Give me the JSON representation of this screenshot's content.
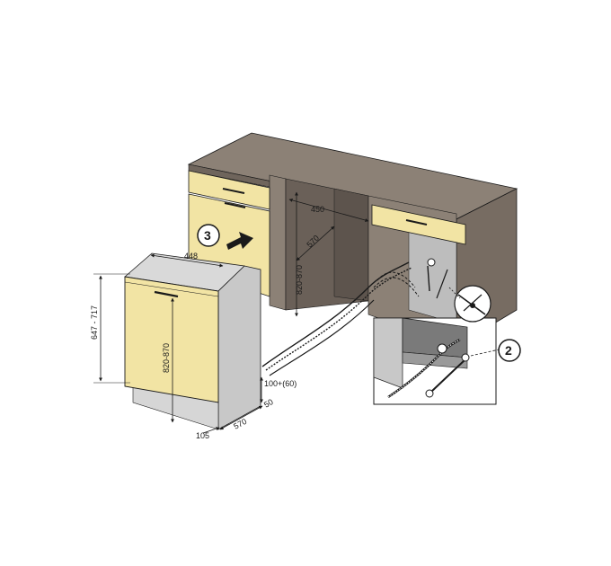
{
  "colors": {
    "cabinet_top": "#8c8176",
    "cabinet_side": "#776c62",
    "cabinet_inner": "#6a6058",
    "drawer_yellow": "#f2e4a4",
    "panel_yellow": "#f2e4a4",
    "appliance_grey": "#c8c8c8",
    "appliance_dark": "#a9a9a9",
    "background": "#ffffff",
    "line": "#1a1a1a"
  },
  "dimensions": {
    "width_448": "448",
    "height_647_717": "647 - 717",
    "height_820_870_appliance": "820-870",
    "depth_570_bottom": "570",
    "toe_105": "105",
    "plinth_100_60": "100+(60)",
    "plinth_50": "50",
    "niche_width_450": "450",
    "niche_depth_570": "570",
    "niche_height_820_870": "820-870"
  },
  "steps": {
    "step_2": "2",
    "step_3": "3"
  }
}
